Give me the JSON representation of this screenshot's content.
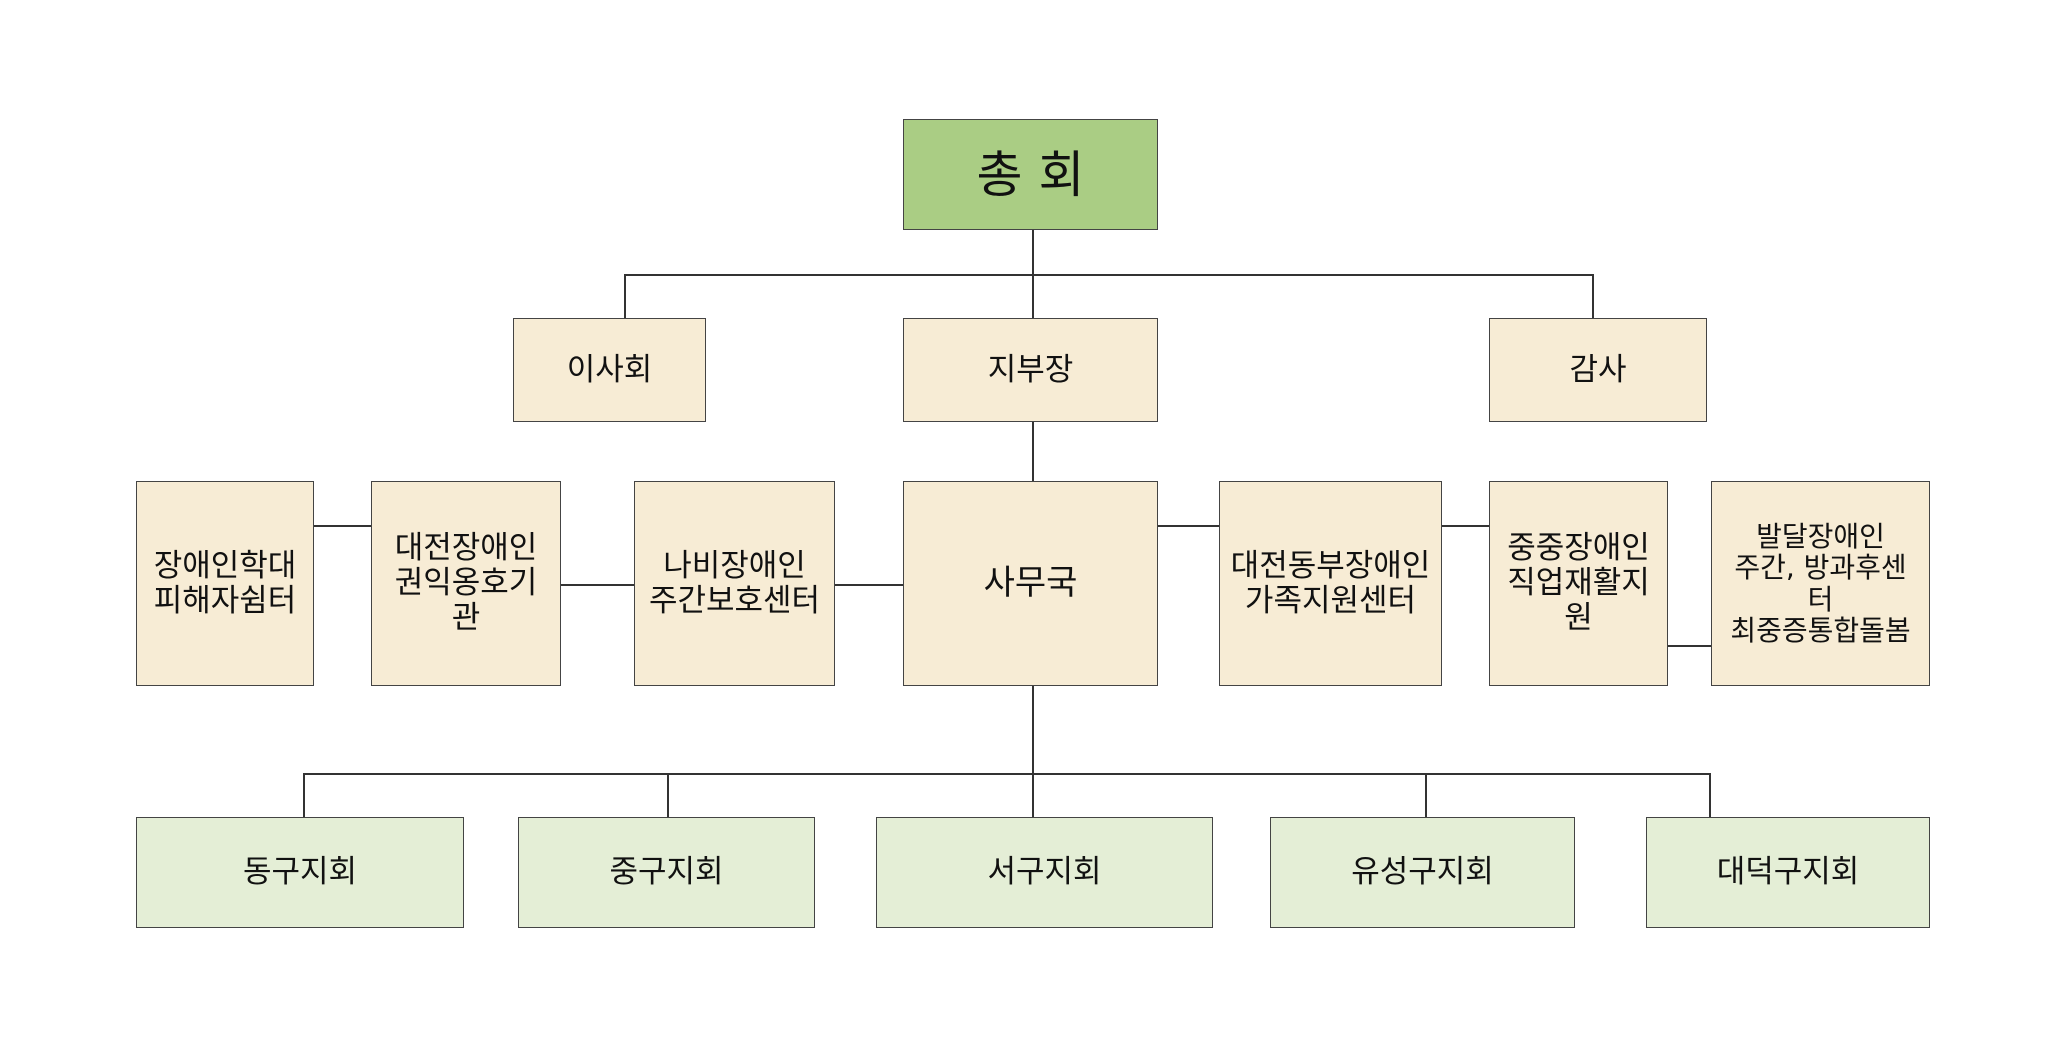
{
  "org": {
    "top": "총 회",
    "board": "이사회",
    "branch_head": "지부장",
    "audit": "감사",
    "secretariat": "사무국",
    "shelter": "장애인학대\n피해자쉼터",
    "advocacy": "대전장애인\n권익옹호기\n관",
    "nabi": "나비장애인\n주간보호센터",
    "family_center": "대전동부장애인\n가족지원센터",
    "vocational": "중중장애인\n직업재활지\n원",
    "developmental": "발달장애인\n주간, 방과후센터\n최중증통합돌봄",
    "dong": "동구지회",
    "jung": "중구지회",
    "seo": "서구지회",
    "yuseong": "유성구지회",
    "daedeok": "대덕구지회"
  },
  "colors": {
    "top_fill": "#aacd84",
    "office_fill": "#f7ecd5",
    "district_fill": "#e4eed6",
    "border": "#444444"
  }
}
